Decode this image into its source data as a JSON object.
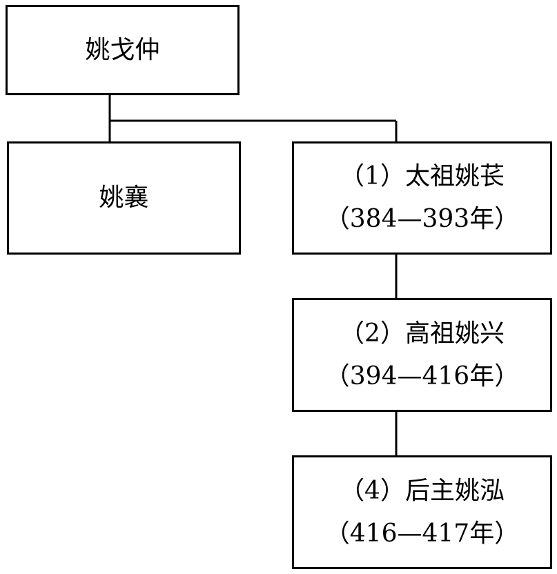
{
  "nodes": {
    "yao_gezhong": {
      "name": "姚戈仲"
    },
    "yao_xiang": {
      "name": "姚襄"
    },
    "yao_chang": {
      "title": "（1）太祖姚苌",
      "reign": "（384—393年）"
    },
    "yao_xing": {
      "title": "（2）高祖姚兴",
      "reign": "（394—416年）"
    },
    "yao_hong": {
      "title": "（4）后主姚泓",
      "reign": "（416—417年）"
    }
  },
  "edges": [
    {
      "from": "yao_gezhong",
      "to": "yao_xiang"
    },
    {
      "from": "yao_gezhong",
      "to": "yao_chang"
    },
    {
      "from": "yao_chang",
      "to": "yao_xing"
    },
    {
      "from": "yao_xing",
      "to": "yao_hong"
    }
  ],
  "colors": {
    "line": "#000000",
    "box_border": "#000000",
    "background": "#ffffff"
  }
}
